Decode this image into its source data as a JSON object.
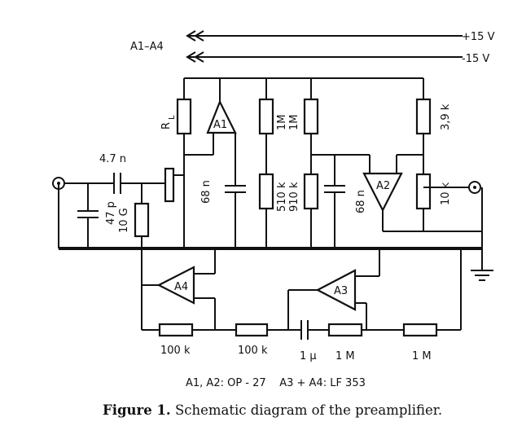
{
  "supply": {
    "bus_label": "A1–A4",
    "positive": "+15 V",
    "negative": "-15 V"
  },
  "components": {
    "rl": "R",
    "rl_sub": "L",
    "a1": "A1",
    "a2": "A2",
    "a3": "A3",
    "a4": "A4",
    "r_1m_top": "1M",
    "r_1m_top2": "1M",
    "r_3k9": "3,9 k",
    "c_input": "4.7 n",
    "c_47p": "47 p",
    "r_10g": "10 G",
    "c_68n_a1": "68 n",
    "r_510k": "510 k",
    "r_910k": "910 k",
    "c_68n_a2": "68 n",
    "r_10k": "10 k",
    "r_100k_1": "100 k",
    "r_100k_2": "100 k",
    "c_1u": "1 μ",
    "r_1m_a": "1 M",
    "r_1m_b": "1 M"
  },
  "note": "A1, A2: OP - 27    A3 + A4: LF 353",
  "caption": {
    "label": "Figure 1.",
    "text": "Schematic diagram of the preamplifier."
  }
}
